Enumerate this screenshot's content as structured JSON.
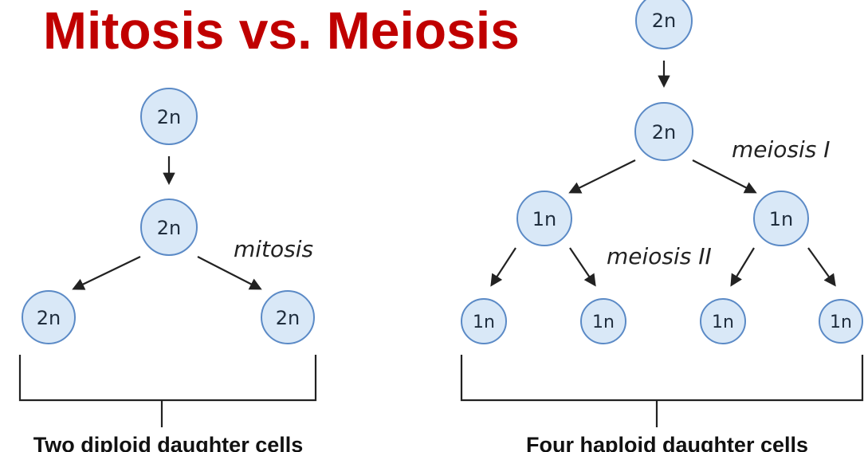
{
  "title": "Mitosis vs. Meiosis",
  "colors": {
    "title": "#c00000",
    "cell_fill": "#d9e8f7",
    "cell_stroke": "#5b8ac6"
  },
  "mitosis": {
    "parent": "2n",
    "replicated": "2n",
    "label": "mitosis",
    "daughters": [
      "2n",
      "2n"
    ],
    "caption": "Two diploid daughter cells"
  },
  "meiosis": {
    "parent": "2n",
    "replicated": "2n",
    "label_1": "meiosis I",
    "label_2": "meiosis II",
    "intermediate": [
      "1n",
      "1n"
    ],
    "daughters": [
      "1n",
      "1n",
      "1n",
      "1n"
    ],
    "caption": "Four haploid daughter cells"
  }
}
